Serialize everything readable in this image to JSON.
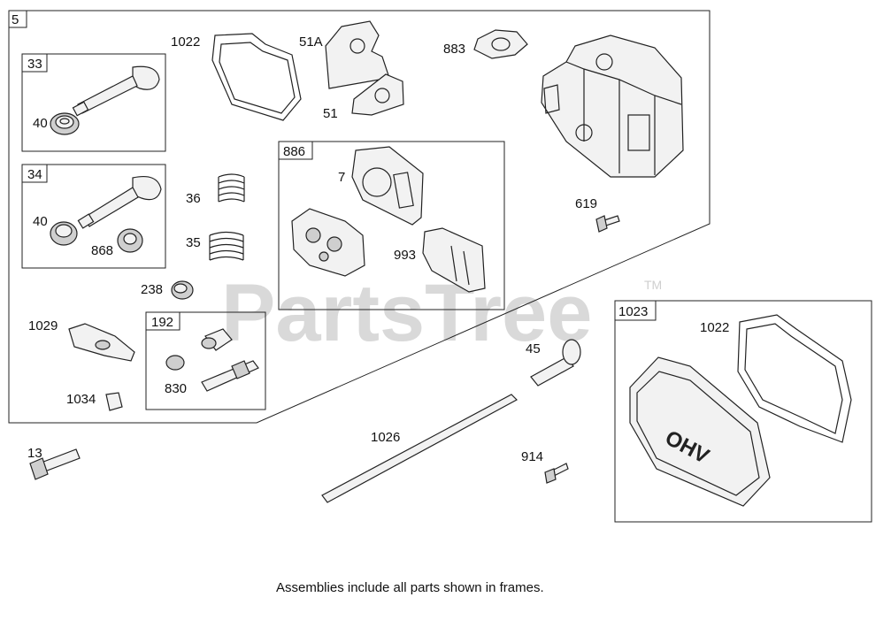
{
  "watermark": {
    "text": "PartsTree",
    "trademark": "TM"
  },
  "frames": {
    "main_assembly": "5",
    "exhaust_valve": "33",
    "intake_valve": "34",
    "gasket_set": "886",
    "breather_assembly": "192",
    "valve_cover_assembly": "1023"
  },
  "parts": {
    "p1022_top": "1022",
    "p51a": "51A",
    "p51": "51",
    "p883": "883",
    "p40_a": "40",
    "p40_b": "40",
    "p868": "868",
    "p36": "36",
    "p35": "35",
    "p7": "7",
    "p993": "993",
    "p619": "619",
    "p238": "238",
    "p1029": "1029",
    "p1034": "1034",
    "p830": "830",
    "p45": "45",
    "p1022_cover": "1022",
    "p1026": "1026",
    "p914": "914",
    "p13": "13"
  },
  "cover_text": "OHV",
  "footnote": "Assemblies include all parts shown in frames."
}
